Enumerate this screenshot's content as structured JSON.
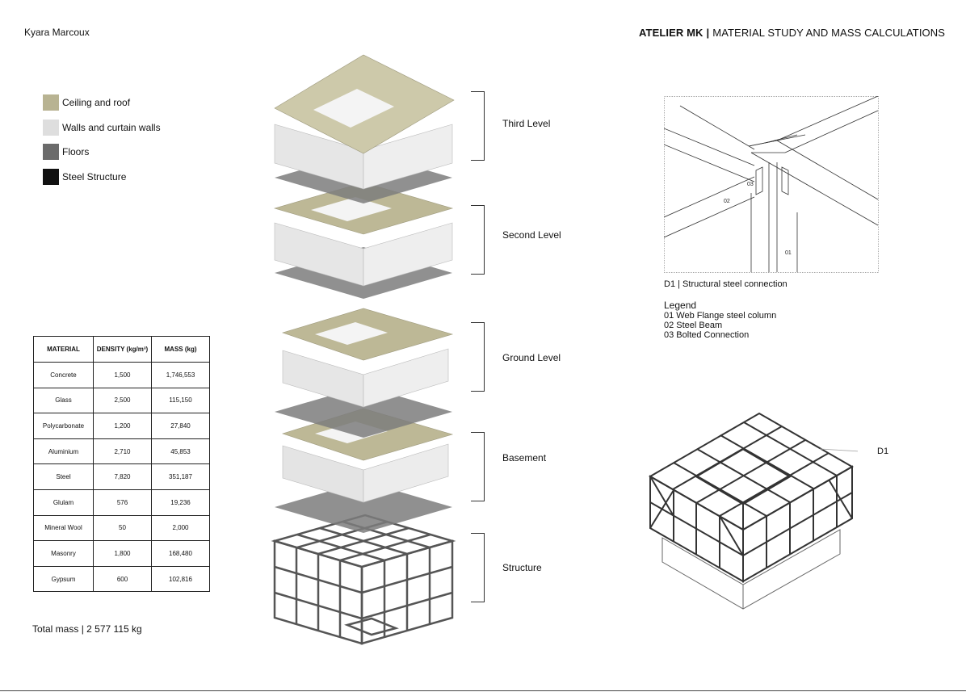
{
  "author": "Kyara Marcoux",
  "header": {
    "brand": "ATELIER MK",
    "separator": "|",
    "subtitle": "MATERIAL STUDY AND MASS CALCULATIONS"
  },
  "legend": [
    {
      "label": "Ceiling and roof",
      "color": "#b8b392"
    },
    {
      "label": "Walls and curtain walls",
      "color": "#dedede"
    },
    {
      "label": "Floors",
      "color": "#6b6b6b"
    },
    {
      "label": "Steel Structure",
      "color": "#111111"
    }
  ],
  "table": {
    "headers": [
      "MATERIAL",
      "DENSITY (kg/m³)",
      "MASS (kg)"
    ],
    "rows": [
      [
        "Concrete",
        "1,500",
        "1,746,553"
      ],
      [
        "Glass",
        "2,500",
        "115,150"
      ],
      [
        "Polycarbonate",
        "1,200",
        "27,840"
      ],
      [
        "Aluminium",
        "2,710",
        "45,853"
      ],
      [
        "Steel",
        "7,820",
        "351,187"
      ],
      [
        "Glulam",
        "576",
        "19,236"
      ],
      [
        "Mineral Wool",
        "50",
        "2,000"
      ],
      [
        "Masonry",
        "1,800",
        "168,480"
      ],
      [
        "Gypsum",
        "600",
        "102,816"
      ]
    ]
  },
  "total": {
    "label": "Total mass",
    "separator": "|",
    "value": "2 577 115 kg"
  },
  "levels": [
    "Third Level",
    "Second Level",
    "Ground Level",
    "Basement",
    "Structure"
  ],
  "detail": {
    "id": "D1",
    "separator": "|",
    "caption": "Structural steel connection",
    "legend_title": "Legend",
    "legend_items": [
      "01 Web Flange steel column",
      "02 Steel Beam",
      "03 Bolted Connection"
    ],
    "tags": [
      "01",
      "02",
      "03"
    ]
  },
  "callout": "D1"
}
